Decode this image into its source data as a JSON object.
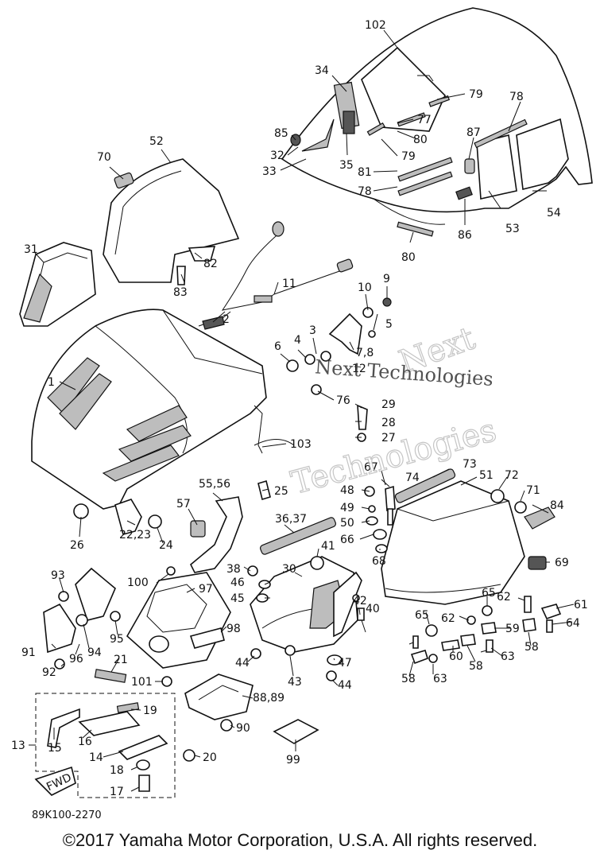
{
  "diagram": {
    "drawing_code": "89K100-2270",
    "copyright": "©2017 Yamaha Motor Corporation, U.S.A. All rights reserved.",
    "watermark_line1": "Next",
    "watermark_line2": "Next Technologies",
    "watermark_line3": "Technologies",
    "fwd_label": "FWD",
    "callouts": [
      "102",
      "34",
      "79",
      "85",
      "77",
      "80",
      "78",
      "87",
      "32",
      "35",
      "79",
      "33",
      "81",
      "78",
      "53",
      "54",
      "86",
      "80",
      "70",
      "52",
      "31",
      "82",
      "83",
      "11",
      "2",
      "10",
      "9",
      "3",
      "5",
      "4",
      "6",
      "7,8",
      "12",
      "76",
      "29",
      "28",
      "27",
      "1",
      "103",
      "55,56",
      "25",
      "48",
      "74",
      "67",
      "73",
      "51",
      "72",
      "71",
      "84",
      "49",
      "50",
      "66",
      "68",
      "69",
      "57",
      "36,37",
      "41",
      "26",
      "22,23",
      "24",
      "38",
      "30",
      "100",
      "46",
      "45",
      "97",
      "93",
      "65",
      "62",
      "61",
      "40",
      "42",
      "64",
      "59",
      "58",
      "95",
      "94",
      "91",
      "96",
      "98",
      "65",
      "62",
      "60",
      "58",
      "63",
      "44",
      "21",
      "47",
      "43",
      "44",
      "58",
      "63",
      "92",
      "101",
      "88,89",
      "19",
      "90",
      "13",
      "15",
      "16",
      "20",
      "99",
      "14",
      "18",
      "17"
    ]
  }
}
